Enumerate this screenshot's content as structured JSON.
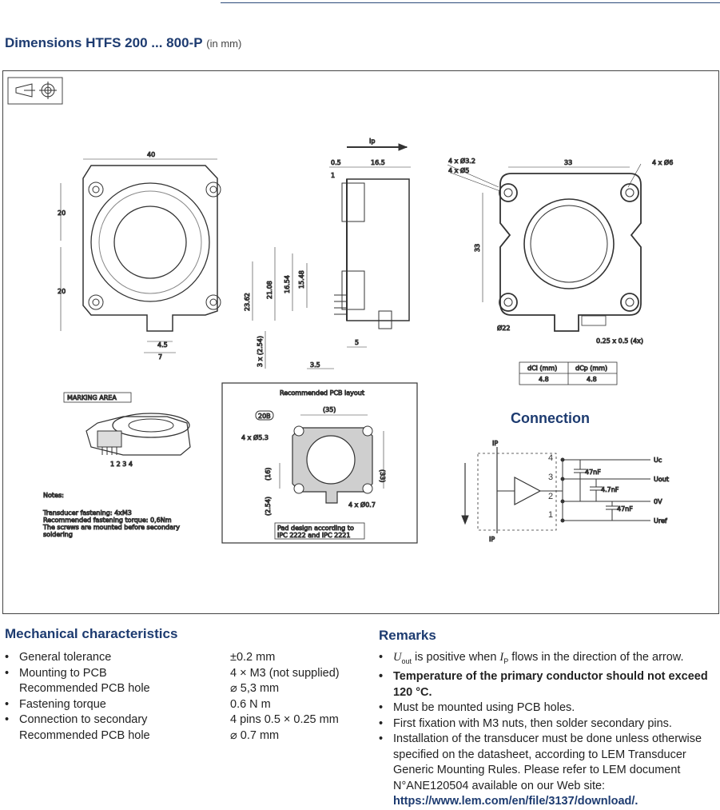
{
  "header": {
    "title": "Dimensions HTFS 200 ... 800-P",
    "unit": "(in mm)"
  },
  "drawing": {
    "marking_area": "MARKING AREA",
    "pin_numbers": "1 2 3 4",
    "notes_lines": [
      "Notes:",
      "Transducer fastening: 4xM3",
      "Recommended fastening torque: 0,6Nm",
      "The screws are mounted before secondary",
      "soldering"
    ],
    "pcb_layout_title": "Recommended PCB layout",
    "pcb_badge": "20B",
    "pcb_caption_lines": [
      "Pad design according to",
      "IPC 2222 and IPC 2221"
    ],
    "dims": {
      "front_width": "40",
      "front_h_top": "20",
      "front_h_bottom": "20",
      "tab_w": "4.5",
      "tab_total": "7",
      "side_top_a": "0.5",
      "side_top_b": "16.5",
      "side_ip_arrow": "Ip",
      "side_one": "1",
      "dim_a": "23.62",
      "dim_b": "21.08",
      "dim_c": "16.54",
      "dim_d": "15.48",
      "pitch": "3 x (2.54)",
      "pin_offset": "3.5",
      "pin_len": "5",
      "back_holes_a": "4 x Ø3.2",
      "back_holes_b": "4 x Ø5",
      "back_width": "33",
      "back_pins": "4 x Ø6",
      "back_height": "33",
      "back_round": "Ø22",
      "back_pin_size": "0.25 x 0.5 (4x)",
      "cl_head": "dCl (mm)",
      "cp_head": "dCp (mm)",
      "cl_val": "4.8",
      "cp_val": "4.8",
      "pcb_holes": "4 x Ø5.3",
      "pcb_top": "(35)",
      "pcb_right": "(33)",
      "pcb_left_a": "(16)",
      "pcb_left_b": "(2.54)",
      "pcb_pins": "4 x Ø0.7"
    },
    "schematic": {
      "ip_plus": "IP",
      "ip_minus": "IP",
      "pins": [
        "4",
        "3",
        "2",
        "1"
      ],
      "cap_1": "47nF",
      "cap_2": "4.7nF",
      "cap_3": "47nF",
      "out_labels": [
        "Uc",
        "Uout",
        "0V",
        "Uref"
      ]
    }
  },
  "connection_title": "Connection",
  "mechanical": {
    "title": "Mechanical characteristics",
    "rows": [
      {
        "bullet": "•",
        "label": "General tolerance",
        "value": "±0.2 mm"
      },
      {
        "bullet": "•",
        "label": "Mounting to PCB",
        "value": "4 × M3 (not supplied)"
      },
      {
        "bullet": "",
        "label": "Recommended PCB hole",
        "value": "⌀ 5,3 mm"
      },
      {
        "bullet": "•",
        "label": "Fastening torque",
        "value": "0.6 N m"
      },
      {
        "bullet": "•",
        "label": "Connection to secondary",
        "value": "4 pins 0.5 × 0.25 mm"
      },
      {
        "bullet": "",
        "label": "Recommended PCB hole",
        "value": "⌀ 0.7 mm"
      }
    ]
  },
  "remarks": {
    "title": "Remarks",
    "item1_u": "U",
    "item1_u_sub": "out",
    "item1_mid": " is positive when ",
    "item1_i": "I",
    "item1_i_sub": "P",
    "item1_end": " flows in the direction of the arrow.",
    "item2": "Temperature of the primary conductor should not exceed 120 °C.",
    "item3": "Must be mounted using PCB holes.",
    "item4": "First fixation with M3 nuts, then solder secondary pins.",
    "item5": "Installation of the transducer must be done unless otherwise specified on the datasheet, according to LEM Transducer Generic Mounting Rules. Please refer to LEM document N°ANE120504 available on our Web site: ",
    "item5_link": "https://www.lem.com/en/file/3137/download/."
  }
}
